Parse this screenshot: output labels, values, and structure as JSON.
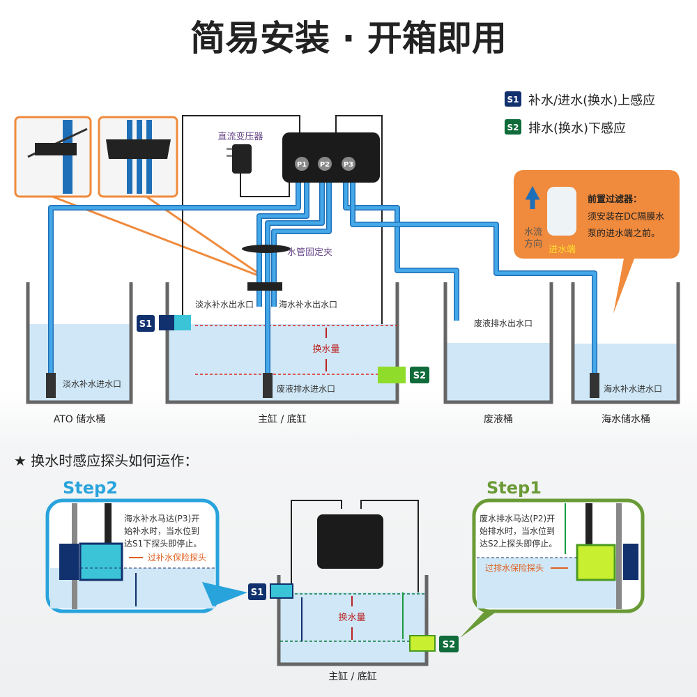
{
  "title": "简易安装 · 开箱即用",
  "legend": [
    {
      "badge": "S1",
      "text": "补水/进水(换水)上感应",
      "color": "#10306e"
    },
    {
      "badge": "S2",
      "text": "排水(换水)下感应",
      "color": "#0f6b3a"
    }
  ],
  "controller": {
    "ports": [
      "P1",
      "P2",
      "P3"
    ]
  },
  "labels": {
    "adapter": "直流变压器",
    "clip": "水管固定夹",
    "fresh_out": "淡水补水出水口",
    "sea_out": "海水补水出水口",
    "exchange": "换水量",
    "fresh_in": "淡水补水进水口",
    "waste_in": "废液排水进水口",
    "waste_out": "废液排水出水口",
    "sea_in": "海水补水进水口"
  },
  "tanks": [
    "ATO 储水桶",
    "主缸 / 底缸",
    "废液桶",
    "海水储水桶"
  ],
  "filter_callout": {
    "title": "前置过滤器：",
    "lines": [
      "须安装在DC隔膜水",
      "泵的进水端之前。"
    ],
    "flow": [
      "水流",
      "方向"
    ],
    "inlet": "进水端"
  },
  "section_title": "★ 换水时感应探头如何运作：",
  "step2": {
    "title": "Step2",
    "lines": [
      "海水补水马达(P3)开",
      "始补水时，当水位到",
      "达S1下探头即停止。"
    ],
    "probe": "过补水保险探头"
  },
  "step1": {
    "title": "Step1",
    "lines": [
      "废水排水马达(P2)开",
      "始排水时，当水位到",
      "达S2上探头即停止。"
    ],
    "probe": "过排水保险探头"
  },
  "bottom_tank": {
    "label": "主缸 / 底缸",
    "exchange": "换水量",
    "s1": "S1",
    "s2": "S2"
  },
  "colors": {
    "pipe": "#1f6fb8",
    "water": "#cfe7f6",
    "orange": "#f08a3c",
    "step2": "#29a3dc",
    "step1": "#6a9a35",
    "s1": "#10306e",
    "s2": "#0f6b3a"
  }
}
